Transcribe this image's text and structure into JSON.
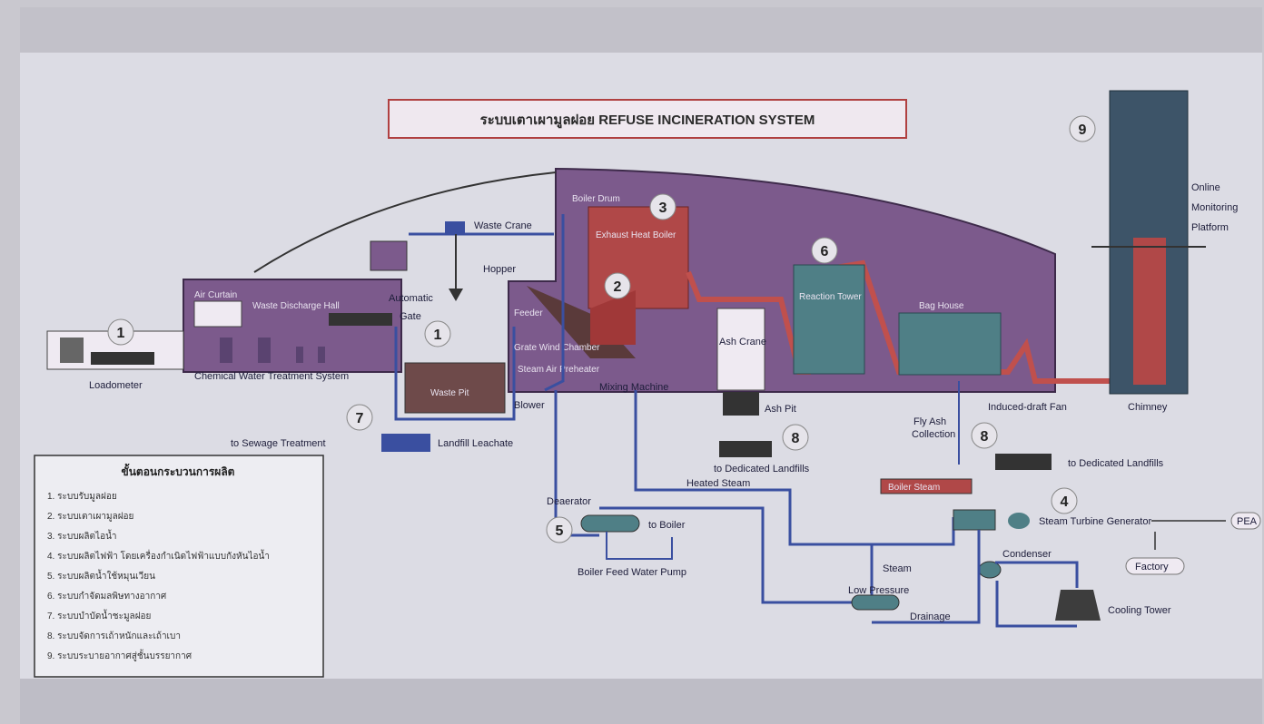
{
  "title": "ระบบเตาเผามูลฝอย  REFUSE INCINERATION SYSTEM",
  "labels": {
    "loadometer": "Loadometer",
    "chemical_water": "Chemical Water Treatment System",
    "air_curtain": "Air Curtain",
    "discharge_hall": "Waste Discharge Hall",
    "automatic_gate": "Automatic",
    "gate": "Gate",
    "waste_crane": "Waste Crane",
    "hopper": "Hopper",
    "boiler_drum": "Boiler Drum",
    "exhaust_heat_boiler": "Exhaust Heat Boiler",
    "feeder": "Feeder",
    "grate": "Grate Wind Chamber",
    "air_preheater": "Steam Air Preheater",
    "blower": "Blower",
    "mixing_machine": "Mixing Machine",
    "waste_pit": "Waste Pit",
    "ash_crane": "Ash Crane",
    "ash_pit": "Ash Pit",
    "reaction_tower": "Reaction Tower",
    "bag_house": "Bag House",
    "induced_fan": "Induced-draft Fan",
    "chimney": "Chimney",
    "online1": "Online",
    "online2": "Monitoring",
    "online3": "Platform",
    "fly_ash1": "Fly Ash",
    "fly_ash2": "Collection",
    "dedicated1": "to Dedicated Landfills",
    "dedicated2": "to Dedicated Landfills",
    "sewage": "to Sewage Treatment",
    "leachate": "Landfill Leachate",
    "heated_steam": "Heated Steam",
    "deaerator": "Deaerator",
    "to_boiler": "to Boiler",
    "feed_pump": "Boiler Feed Water Pump",
    "boiler_steam": "Boiler Steam",
    "turbine": "Steam Turbine Generator",
    "pea": "PEA",
    "factory": "Factory",
    "condenser": "Condenser",
    "steam": "Steam",
    "low_pressure": "Low Pressure",
    "drainage": "Drainage",
    "cooling_tower": "Cooling Tower"
  },
  "numbers": {
    "n1a": "1",
    "n1b": "1",
    "n2": "2",
    "n3": "3",
    "n4": "4",
    "n5": "5",
    "n6": "6",
    "n7": "7",
    "n8a": "8",
    "n8b": "8",
    "n9": "9"
  },
  "legend": {
    "title": "ขั้นตอนกระบวนการผลิต",
    "items": [
      "1. ระบบรับมูลฝอย",
      "2. ระบบเตาเผามูลฝอย",
      "3. ระบบผลิตไอน้ำ",
      "4. ระบบผลิตไฟฟ้า โดยเครื่องกำเนิดไฟฟ้าแบบกังหันไอน้ำ",
      "5. ระบบผลิตน้ำใช้หมุนเวียน",
      "6. ระบบกำจัดมลพิษทางอากาศ",
      "7. ระบบบำบัดน้ำชะมูลฝอย",
      "8. ระบบจัดการเถ้าหนักและเถ้าเบา",
      "9. ระบบระบายอากาศสู่ชั้นบรรยากาศ"
    ]
  },
  "colors": {
    "building": "#7c5a8c",
    "boiler": "#b04848",
    "pipe_red": "#c0504d",
    "pipe_blue": "#3a4fa0",
    "tower": "#4f7f86",
    "chimney": "#3d5468"
  }
}
